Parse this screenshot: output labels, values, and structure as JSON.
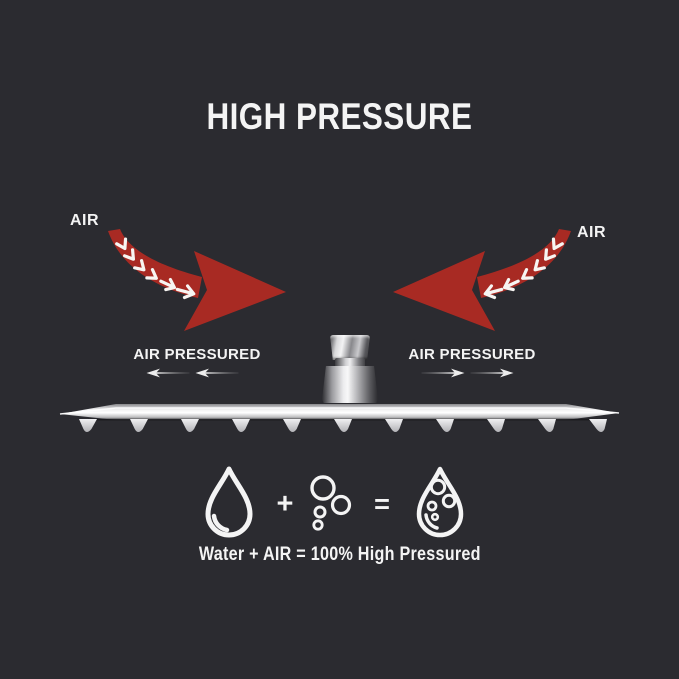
{
  "colors": {
    "background": "#2b2b30",
    "accent_red": "#a82a23",
    "text": "#f4f4f4"
  },
  "title": "HIGH PRESSURE",
  "air_flow": {
    "left_label": "AIR",
    "right_label": "AIR"
  },
  "air_pressured": {
    "left_label": "AIR PRESSURED",
    "right_label": "AIR PRESSURED"
  },
  "shower_head": {
    "nozzle_count": 11
  },
  "formula": {
    "plus": "+",
    "equals": "=",
    "caption": "Water + AIR = 100% High Pressured"
  }
}
